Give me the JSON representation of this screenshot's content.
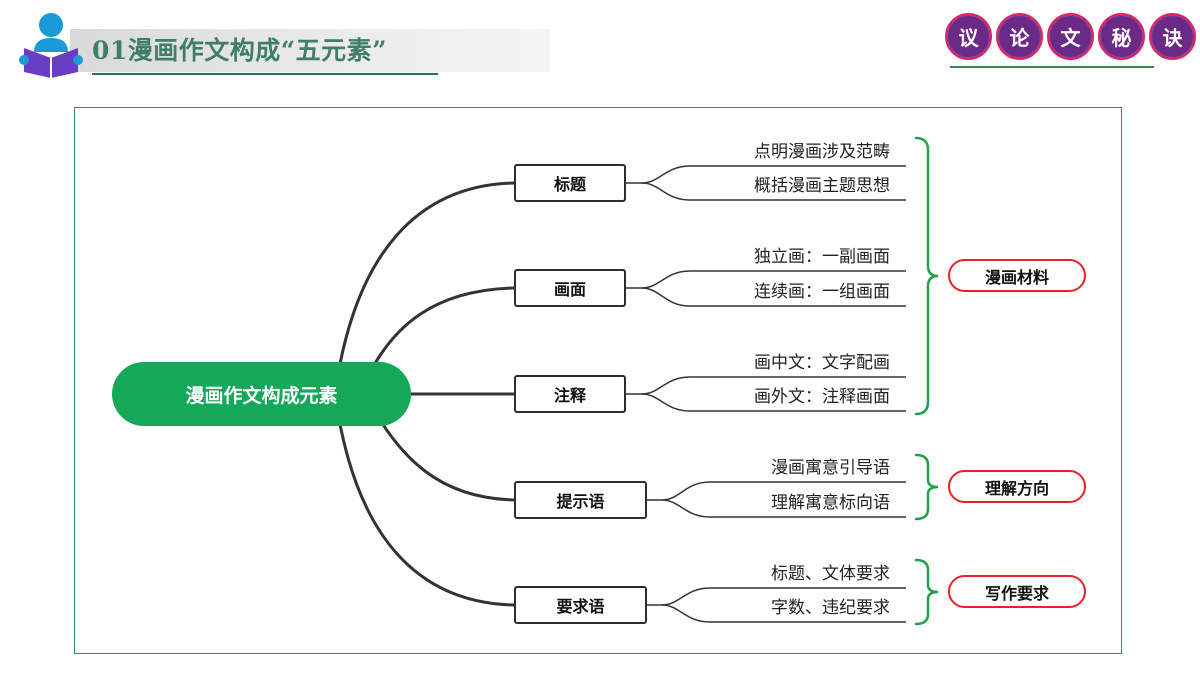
{
  "header": {
    "title": "01漫画作文构成“五元素”",
    "badges": [
      "议",
      "论",
      "文",
      "秘",
      "诀"
    ]
  },
  "mindmap": {
    "root": "漫画作文构成元素",
    "branches": [
      {
        "label": "标题",
        "leaves": [
          "点明漫画涉及范畴",
          "概括漫画主题思想"
        ]
      },
      {
        "label": "画面",
        "leaves": [
          "独立画：一副画面",
          "连续画：一组画面"
        ]
      },
      {
        "label": "注释",
        "leaves": [
          "画中文：文字配画",
          "画外文：注释画面"
        ]
      },
      {
        "label": "提示语",
        "leaves": [
          "漫画寓意引导语",
          "理解寓意标向语"
        ]
      },
      {
        "label": "要求语",
        "leaves": [
          "标题、文体要求",
          "字数、违纪要求"
        ]
      }
    ],
    "groups": [
      {
        "label": "漫画材料"
      },
      {
        "label": "理解方向"
      },
      {
        "label": "写作要求"
      }
    ]
  },
  "colors": {
    "title_green": "#3f7f69",
    "root_green": "#16a85a",
    "bracket_green": "#22a04b",
    "pill_red": "#e8202a",
    "badge_purple": "#6a2a86"
  }
}
